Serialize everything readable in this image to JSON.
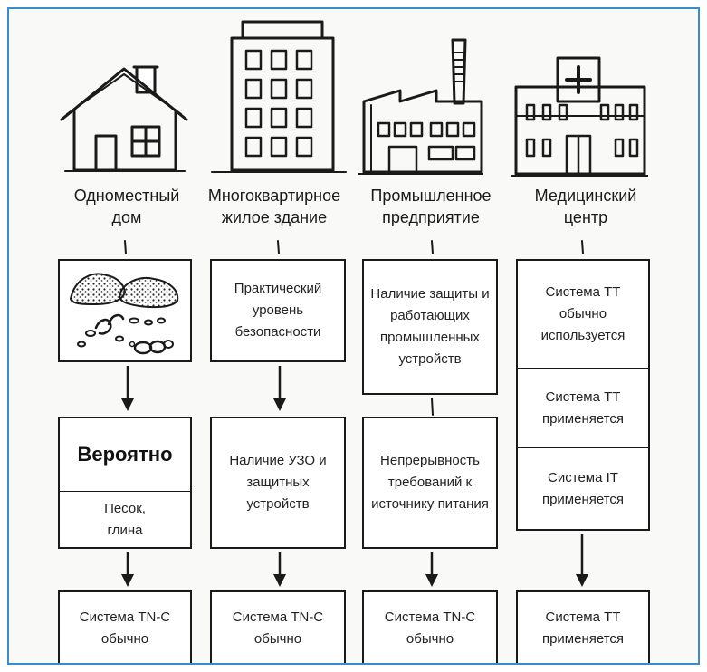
{
  "columns": [
    {
      "caption": [
        "Одноместный",
        "дом"
      ],
      "box1": {
        "type": "soil-image"
      },
      "box2": {
        "highlight": "Вероятно",
        "text": "Песок,\nглина"
      },
      "box3": {
        "text": "Система TN-C\nобычно"
      }
    },
    {
      "caption": [
        "Многоквартирное",
        "жилое здание"
      ],
      "box1": {
        "text": "Практический\nуровень\nбезопасности"
      },
      "box2": {
        "text": "Наличие УЗО и\nзащитных\nустройств"
      },
      "box3": {
        "text": "Система TN-C\nобычно"
      }
    },
    {
      "caption": [
        "Промышленное",
        "предприятие"
      ],
      "box1": {
        "text": "Наличие защиты и\nработающих\nпромышленных\nустройств"
      },
      "box2": {
        "text": "Непрерывность\nтребований к\nисточнику питания"
      },
      "box3": {
        "text": "Система TN-C\nобычно"
      }
    },
    {
      "caption": [
        "Медицинский",
        "центр"
      ],
      "box1": {
        "cells": [
          "Система TT\nобычно\nиспользуется",
          "Система TT\nприменяется",
          "Система IT\nприменяется"
        ]
      },
      "box3": {
        "text": "Система TT\nприменяется"
      }
    }
  ]
}
